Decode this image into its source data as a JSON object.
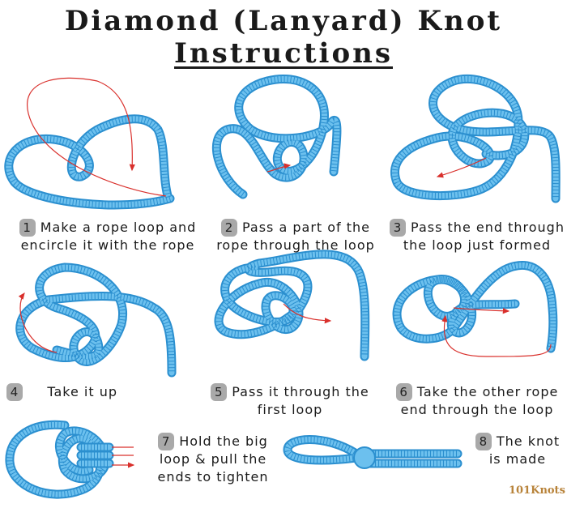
{
  "title": {
    "line1": "Diamond (Lanyard) Knot",
    "line2": "Instructions"
  },
  "colors": {
    "rope": "#6cc0ee",
    "rope_edge": "#2b8fcf",
    "arrow": "#d9302c",
    "badge": "#a9a9a9"
  },
  "steps": [
    {
      "num": "1",
      "line1": "Make a rope loop and",
      "line2": "encircle it with the rope"
    },
    {
      "num": "2",
      "line1": "Pass a part of the",
      "line2": "rope through the loop"
    },
    {
      "num": "3",
      "line1": "Pass the end through",
      "line2": "the loop just formed"
    },
    {
      "num": "4",
      "line1": "Take it up",
      "line2": ""
    },
    {
      "num": "5",
      "line1": "Pass it through the",
      "line2": "first loop"
    },
    {
      "num": "6",
      "line1": "Take the other rope",
      "line2": "end through the loop"
    },
    {
      "num": "7",
      "line1": "Hold the big",
      "line2": "loop & pull the",
      "line3": "ends to tighten"
    },
    {
      "num": "8",
      "line1": "The knot",
      "line2": "is made"
    }
  ],
  "logo": {
    "num": "101",
    "word": "Knots"
  }
}
